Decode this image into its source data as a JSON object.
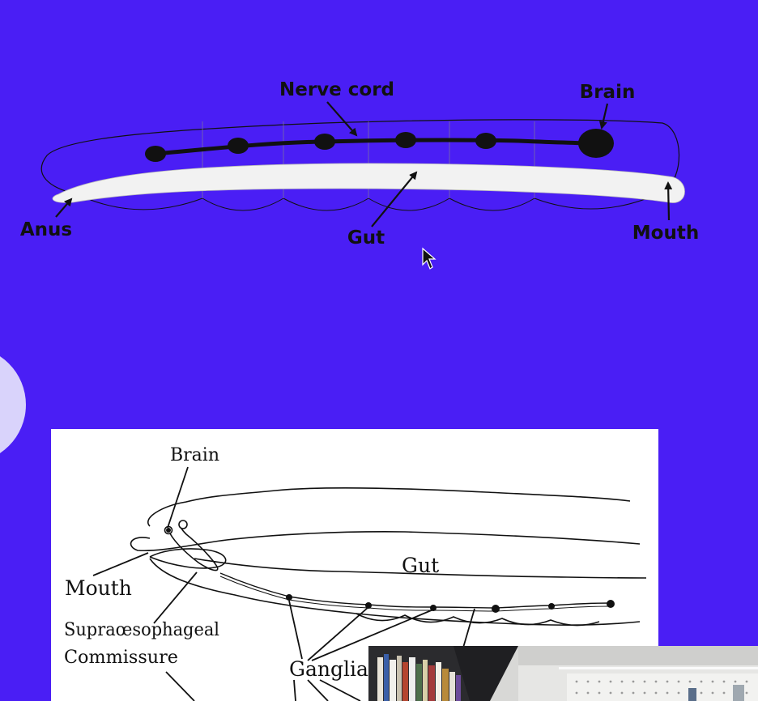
{
  "diagram_top": {
    "labels": {
      "nerve_cord": "Nerve cord",
      "brain": "Brain",
      "anus": "Anus",
      "gut": "Gut",
      "mouth": "Mouth"
    }
  },
  "diagram_bottom": {
    "labels": {
      "brain": "Brain",
      "gut": "Gut",
      "mouth": "Mouth",
      "supraesophageal_line1": "Supraœsophageal",
      "supraesophageal_line2": "Commissure",
      "ganglia": "Ganglia"
    }
  },
  "colors": {
    "background": "#4A1EF5",
    "gut_fill": "#F2F2F2",
    "outline": "#111111"
  },
  "icons": [
    "mouse-pointer-icon"
  ]
}
